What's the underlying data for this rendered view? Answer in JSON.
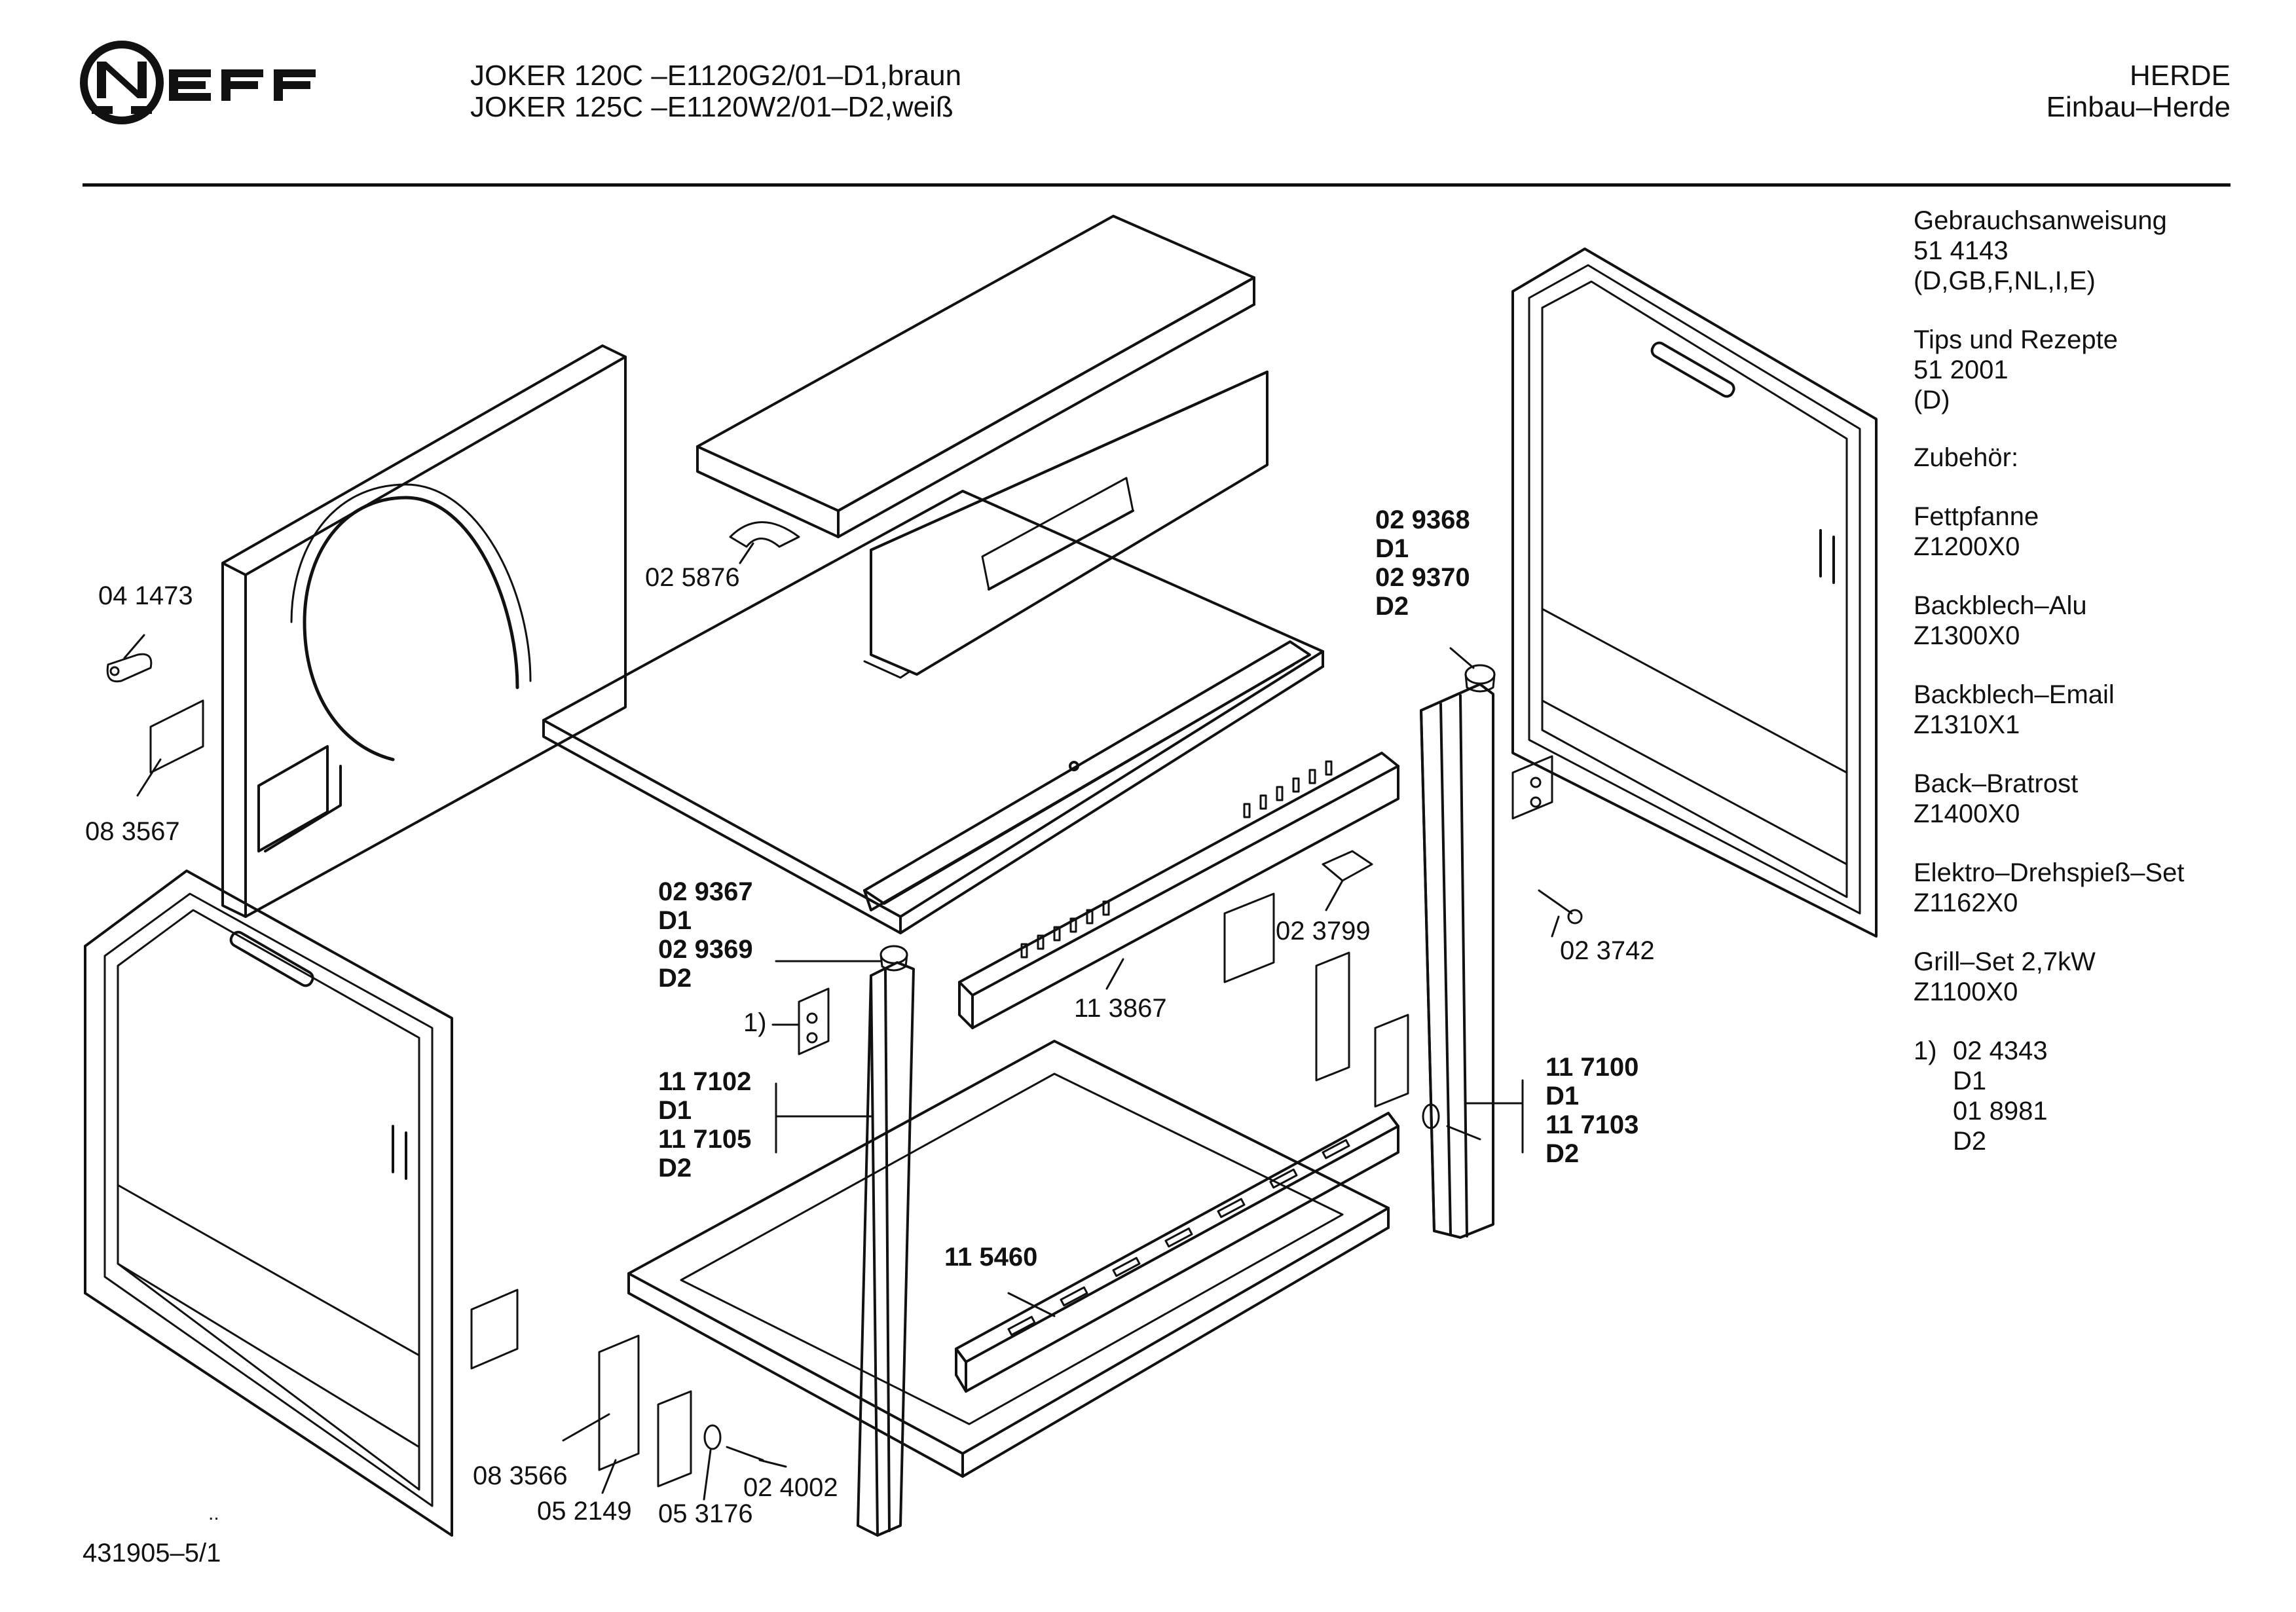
{
  "header": {
    "brand": "NEFF",
    "model_line_1": "JOKER 120C –E1120G2/01–D1,braun",
    "model_line_2": "JOKER 125C –E1120W2/01–D2,weiß",
    "category_line_1": "HERDE",
    "category_line_2": "Einbau–Herde"
  },
  "sidebar": {
    "sections": [
      {
        "title": "Gebrauchsanweisung",
        "lines": [
          "51 4143",
          "(D,GB,F,NL,I,E)"
        ]
      },
      {
        "title": "Tips und Rezepte",
        "lines": [
          "51 2001",
          "(D)"
        ]
      },
      {
        "title": "Zubehör:",
        "lines": []
      },
      {
        "title": "Fettpfanne",
        "lines": [
          "Z1200X0"
        ]
      },
      {
        "title": "Backblech–Alu",
        "lines": [
          "Z1300X0"
        ]
      },
      {
        "title": "Backblech–Email",
        "lines": [
          "Z1310X1"
        ]
      },
      {
        "title": "Back–Bratrost",
        "lines": [
          "Z1400X0"
        ]
      },
      {
        "title": "Elektro–Drehspieß–Set",
        "lines": [
          "Z1162X0"
        ]
      },
      {
        "title": "Grill–Set 2,7kW",
        "lines": [
          "Z1100X0"
        ]
      }
    ],
    "footnote": {
      "marker": "1)",
      "lines": [
        "02 4343",
        "D1",
        "01 8981",
        "D2"
      ]
    }
  },
  "parts": {
    "p041473": "04 1473",
    "p083567": "08 3567",
    "p025876": "02 5876",
    "p029368": [
      "02 9368",
      "D1",
      "02 9370",
      "D2"
    ],
    "p029367": [
      "02 9367",
      "D1",
      "02 9369",
      "D2"
    ],
    "p023799": "02 3799",
    "p023742": "02 3742",
    "p113867": "11 3867",
    "p_note1": "1)",
    "p117102": [
      "11 7102",
      "D1",
      "11 7105",
      "D2"
    ],
    "p117100": [
      "11 7100",
      "D1",
      "11 7103",
      "D2"
    ],
    "p115460": "11 5460",
    "p083566": "08 3566",
    "p052149": "05 2149",
    "p053176": "05 3176",
    "p024002": "02 4002"
  },
  "footer": {
    "doc_number": "431905–5/1",
    "dots": ".."
  }
}
